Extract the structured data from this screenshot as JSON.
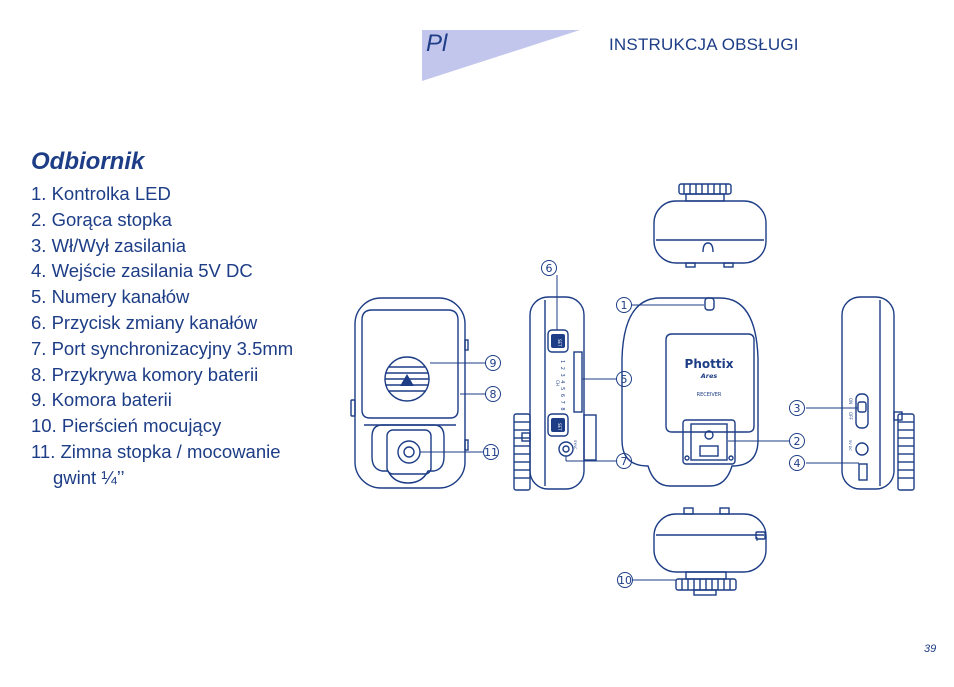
{
  "header": {
    "lang_code": "Pl",
    "title": "INSTRUKCJA OBSŁUGI"
  },
  "section": {
    "title": "Odbiornik",
    "items": [
      "1. Kontrolka LED",
      "2. Gorąca stopka",
      "3. Wł/Wył zasilania",
      "4. Wejście zasilania 5V DC",
      "5. Numery kanałów",
      "6. Przycisk zmiany kanałów",
      "7. Port synchronizacyjny 3.5mm",
      "8. Przykrywa komory baterii",
      "9. Komora baterii",
      "10. Pierścień mocujący"
    ],
    "item_11_line1": "11. Zimna stopka / mocowanie",
    "item_11_line2": "gwint ¼’’"
  },
  "diagram": {
    "callouts": {
      "c1": "1",
      "c2": "2",
      "c3": "3",
      "c4": "4",
      "c5": "5",
      "c6": "6",
      "c7": "7",
      "c8": "8",
      "c9": "9",
      "c10": "10",
      "c11": "11"
    },
    "brand": "Phottix",
    "model": "Ares",
    "device_label": "RECEIVER",
    "channel_digits": "1 2 3 4 5 6 7 8",
    "channel_label": "CH",
    "btn_label_a": "SET",
    "btn_label_b": "SET",
    "power_label": "ON",
    "power_label_b": "OFF",
    "dc_label": "5V DC",
    "sync_label": "SYNC"
  },
  "page_number": "39",
  "colors": {
    "primary": "#1d3d86",
    "tab": "#c2c6ec"
  }
}
